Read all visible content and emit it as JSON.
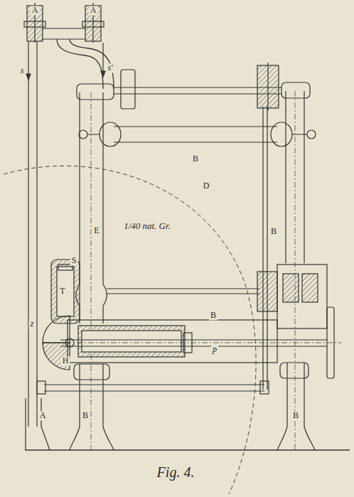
{
  "diagram": {
    "caption": "Fig. 4.",
    "labels": [
      "A",
      "A",
      "s",
      "s'",
      "B",
      "D",
      "E",
      "1/40 nat. Gr.",
      "S",
      "T",
      "B",
      "B",
      "z",
      "H",
      "p",
      "A",
      "B",
      "B"
    ]
  }
}
